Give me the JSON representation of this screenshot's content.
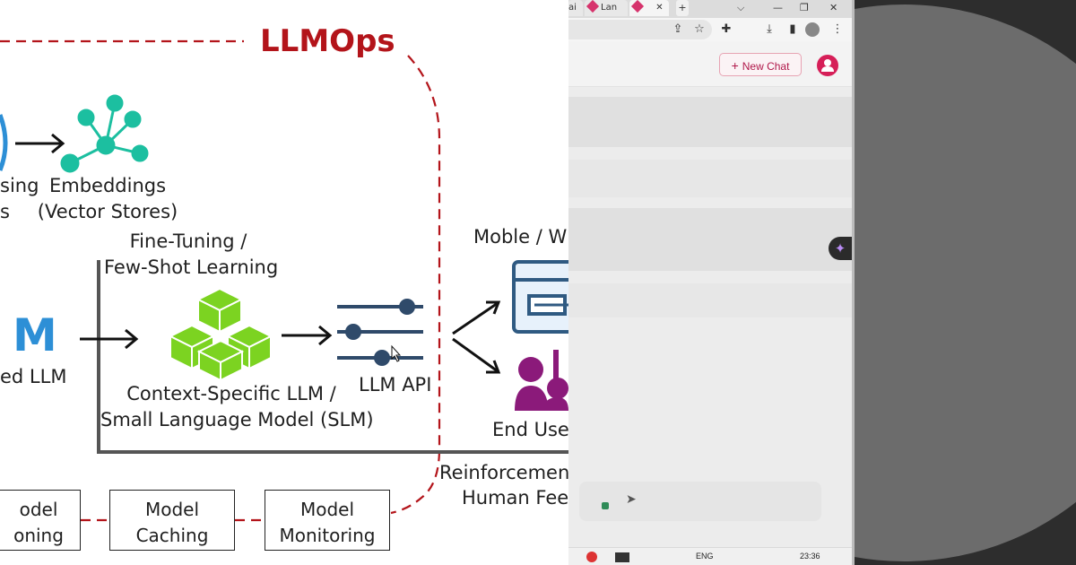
{
  "diagram": {
    "title": "LLMOps",
    "llm_letter": "M",
    "processing_partial_1": "sing",
    "processing_partial_2": "s",
    "embeddings": [
      "Embeddings",
      "(Vector Stores)"
    ],
    "fine_tuning": [
      "Fine-Tuning /",
      "Few-Shot Learning"
    ],
    "base_llm_partial": "ed LLM",
    "context_llm": [
      "Context-Specific LLM /",
      "Small Language Model (SLM)"
    ],
    "llm_api": "LLM API",
    "mobile_web_partial": "Moble / W",
    "end_users_partial": "End Use",
    "reinforcement_partial": [
      "Reinforcemen",
      "Human Feed"
    ],
    "boxes": [
      {
        "line1": "odel",
        "line2": "oning"
      },
      {
        "line1": "Model",
        "line2": "Caching"
      },
      {
        "line1": "Model",
        "line2": "Monitoring"
      }
    ],
    "colors": {
      "accent_red": "#b3141a",
      "embed_teal": "#1cbfa0",
      "cube_green": "#7cd321",
      "api_navy": "#2f4a6a",
      "user_purple": "#8b1a7a",
      "llm_blue": "#2d8fd6"
    }
  },
  "browser": {
    "tabs": [
      {
        "label": "ai"
      },
      {
        "label": "Lan"
      },
      {
        "label": ""
      }
    ],
    "new_tab": "+",
    "new_chat_label": "New Chat",
    "new_chat_icon": "plus-icon",
    "taskbar": {
      "language": "ENG",
      "time": "23:36"
    }
  }
}
